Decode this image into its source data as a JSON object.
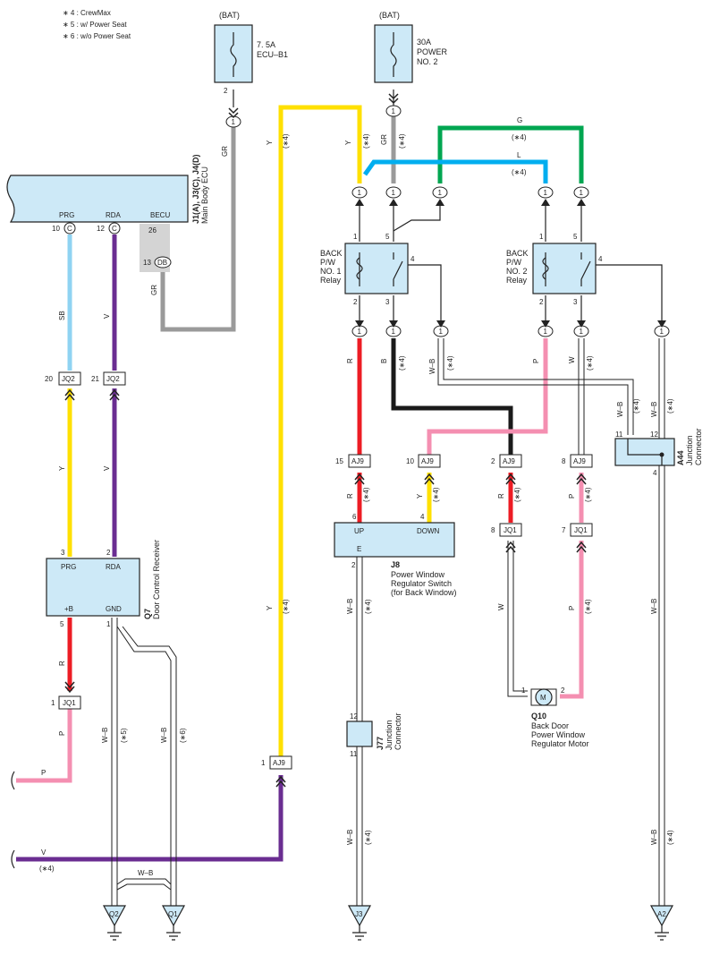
{
  "notes": [
    "∗ 4 : CrewMax",
    "∗ 5 : w/ Power Seat",
    "∗ 6 : w/o Power Seat"
  ],
  "bat": "(BAT)",
  "fuse1": {
    "amp": "7. 5A",
    "name": "ECU–B1",
    "pin": "2"
  },
  "fuse2": {
    "amp": "30A",
    "name1": "POWER",
    "name2": "NO. 2"
  },
  "ecu": {
    "code": "J1(A), J3(C), J4(D)",
    "name": "Main Body ECU",
    "prg": "PRG",
    "rda": "RDA",
    "becu": "BECU",
    "p10": "10",
    "p12": "12",
    "p26": "26",
    "p13": "13",
    "c": "C",
    "db": "DB"
  },
  "relay1": {
    "l1": "BACK",
    "l2": "P/W",
    "l3": "NO. 1",
    "l4": "Relay",
    "p1": "1",
    "p2": "2",
    "p3": "3",
    "p4": "4",
    "p5": "5"
  },
  "relay2": {
    "l1": "BACK",
    "l2": "P/W",
    "l3": "NO. 2",
    "l4": "Relay",
    "p1": "1",
    "p2": "2",
    "p3": "3",
    "p4": "4",
    "p5": "5"
  },
  "j8": {
    "code": "J8",
    "l1": "Power Window",
    "l2": "Regulator Switch",
    "l3": "(for Back Window)",
    "up": "UP",
    "down": "DOWN",
    "e": "E",
    "p6": "6",
    "p4": "4",
    "p2": "2"
  },
  "q7": {
    "code": "Q7",
    "name": "Door Control Receiver",
    "prg": "PRG",
    "rda": "RDA",
    "b": "+B",
    "gnd": "GND",
    "p3": "3",
    "p2": "2",
    "p5": "5",
    "p1": "1"
  },
  "q10": {
    "code": "Q10",
    "l1": "Back Door",
    "l2": "Power Window",
    "l3": "Regulator Motor",
    "m": "M",
    "p1": "1",
    "p2": "2"
  },
  "a44": {
    "code": "A44",
    "l1": "Junction",
    "l2": "Connector",
    "p11": "11",
    "p12": "12",
    "p4": "4"
  },
  "j77": {
    "code": "J77",
    "l1": "Junction",
    "l2": "Connector",
    "p12": "12",
    "p11": "11"
  },
  "conn": {
    "jq2": "JQ2",
    "jq1": "JQ1",
    "aj9": "AJ9",
    "one": "1",
    "n20": "20",
    "n21": "21",
    "n15": "15",
    "n10": "10",
    "n2": "2",
    "n8": "8",
    "n7": "7"
  },
  "wire": {
    "gr": "GR",
    "y": "Y",
    "g": "G",
    "l": "L",
    "r": "R",
    "b": "B",
    "wb": "W–B",
    "p": "P",
    "w": "W",
    "sb": "SB",
    "v": "V",
    "s4": "(∗4)",
    "s5": "(∗5)",
    "s6": "(∗6)"
  },
  "grounds": [
    "Q2",
    "Q1",
    "J3",
    "A2"
  ],
  "colors": {
    "yellow": "#ffe000",
    "green": "#00a651",
    "blue": "#00aeef",
    "grey": "#9a9a9a",
    "red": "#ed1c24",
    "black": "#1a1a1a",
    "pink": "#f48fb1",
    "purple": "#6a2d91",
    "lightblue": "#8fd3f2",
    "box": "#cde9f7"
  }
}
